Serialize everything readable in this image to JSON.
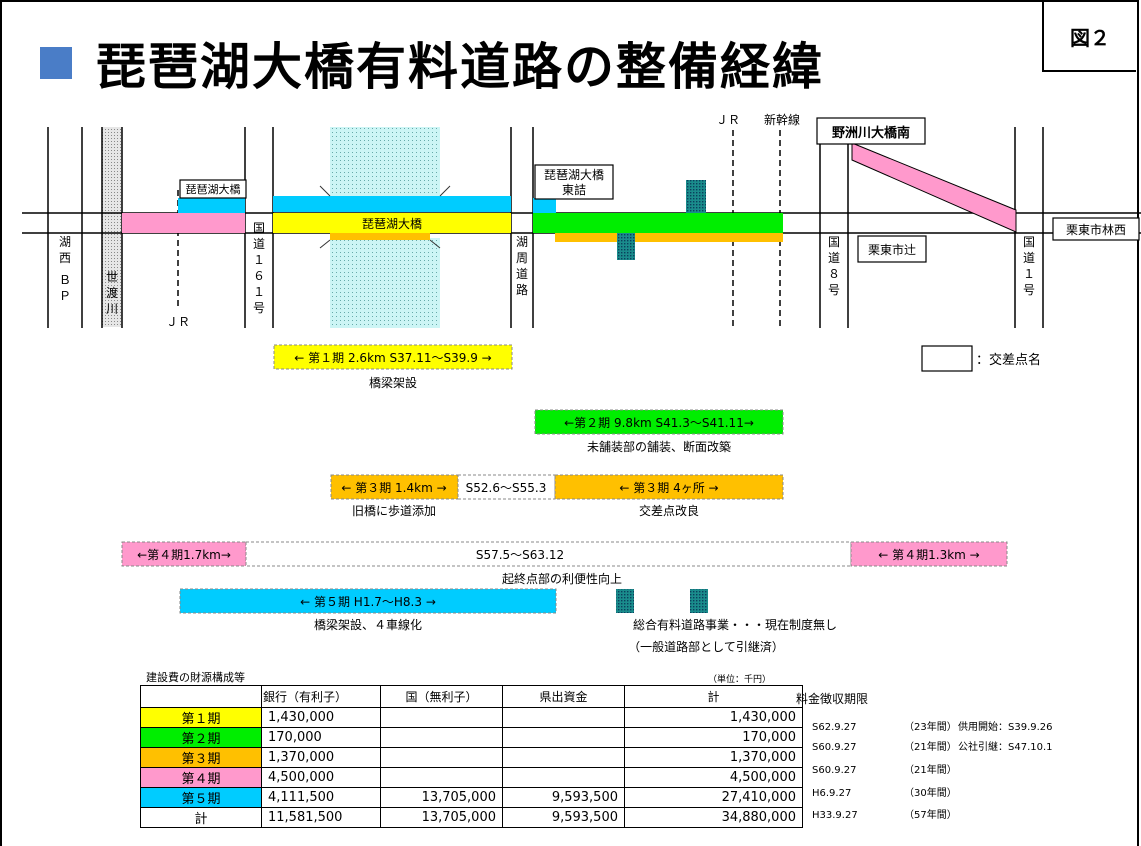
{
  "title": "琵琶湖大橋有料道路の整備経緯",
  "figure_label": "図２",
  "map": {
    "labels": {
      "kosei_bp": "湖西ＢＰ",
      "sedogawa": "世渡川",
      "jr_left": "ＪＲ",
      "route161": "国道１６１号",
      "biwako_ohashi_box": "琵琶湖大橋",
      "bridge": "琵琶湖大橋",
      "higashizume_box": "琵琶湖大橋東詰",
      "koshu_doro": "湖周道路",
      "jr_right": "ＪＲ",
      "shinkansen": "新幹線",
      "yasugawa_box": "野洲川大橋南",
      "rittoshitsuji_box": "栗東市辻",
      "route8": "国道８号",
      "route1": "国道１号",
      "rittoshi_hayashi_box": "栗東市林西",
      "legend_text": "：交差点名"
    },
    "phases": [
      {
        "label": "←  第１期  2.6km  S37.11～S39.9  →",
        "caption": "橋梁架設",
        "color": "#ffff00"
      },
      {
        "label": "←第２期  9.8km  S41.3～S41.11→",
        "caption": "未舗装部の舗装、断面改築",
        "color": "#00ff00"
      },
      {
        "label": "←  第３期  1.4km  →",
        "mid": "S52.6～S55.3",
        "label2": "←    第３期    4ヶ所    →",
        "caption_left": "旧橋に歩道添加",
        "caption_right": "交差点改良",
        "color": "#ffc000"
      },
      {
        "label": "←第４期1.7km→",
        "mid": "S57.5～S63.12",
        "label2": "←  第４期1.3km  →",
        "caption": "起終点部の利便性向上",
        "color": "#ff99cc"
      },
      {
        "label": "←      第５期    H1.7～H8.3      →",
        "caption": "橋梁架設、４車線化",
        "color": "#00ccff"
      }
    ],
    "sogo_note": "総合有料道路事業・・・現在制度無し",
    "sogo_note2": "（一般道路部として引継済）"
  },
  "finance": {
    "caption": "建設費の財源構成等",
    "unit": "（単位：千円）",
    "headers": [
      "",
      "銀行（有利子）",
      "国（無利子）",
      "県出資金",
      "計"
    ],
    "rows": [
      {
        "label": "第１期",
        "color": "#ffff00",
        "cells": [
          "1,430,000",
          "",
          "",
          "1,430,000"
        ]
      },
      {
        "label": "第２期",
        "color": "#00ff00",
        "cells": [
          "170,000",
          "",
          "",
          "170,000"
        ]
      },
      {
        "label": "第３期",
        "color": "#ffc000",
        "cells": [
          "1,370,000",
          "",
          "",
          "1,370,000"
        ]
      },
      {
        "label": "第４期",
        "color": "#ff99cc",
        "cells": [
          "4,500,000",
          "",
          "",
          "4,500,000"
        ]
      },
      {
        "label": "第５期",
        "color": "#00ccff",
        "cells": [
          "4,111,500",
          "13,705,000",
          "9,593,500",
          "27,410,000"
        ]
      },
      {
        "label": "計",
        "color": "#ffffff",
        "cells": [
          "11,581,500",
          "13,705,000",
          "9,593,500",
          "34,880,000"
        ]
      }
    ],
    "fee_header": "料金徴収期限",
    "fees": [
      {
        "date": "S62.9.27",
        "years": "（23年間）",
        "note": "供用開始：S39.9.26"
      },
      {
        "date": "S60.9.27",
        "years": "（21年間）",
        "note": "公社引継：S47.10.1"
      },
      {
        "date": "S60.9.27",
        "years": "（21年間）",
        "note": ""
      },
      {
        "date": "H6.9.27",
        "years": "（30年間）",
        "note": ""
      },
      {
        "date": "H33.9.27",
        "years": "（57年間）",
        "note": ""
      }
    ]
  }
}
